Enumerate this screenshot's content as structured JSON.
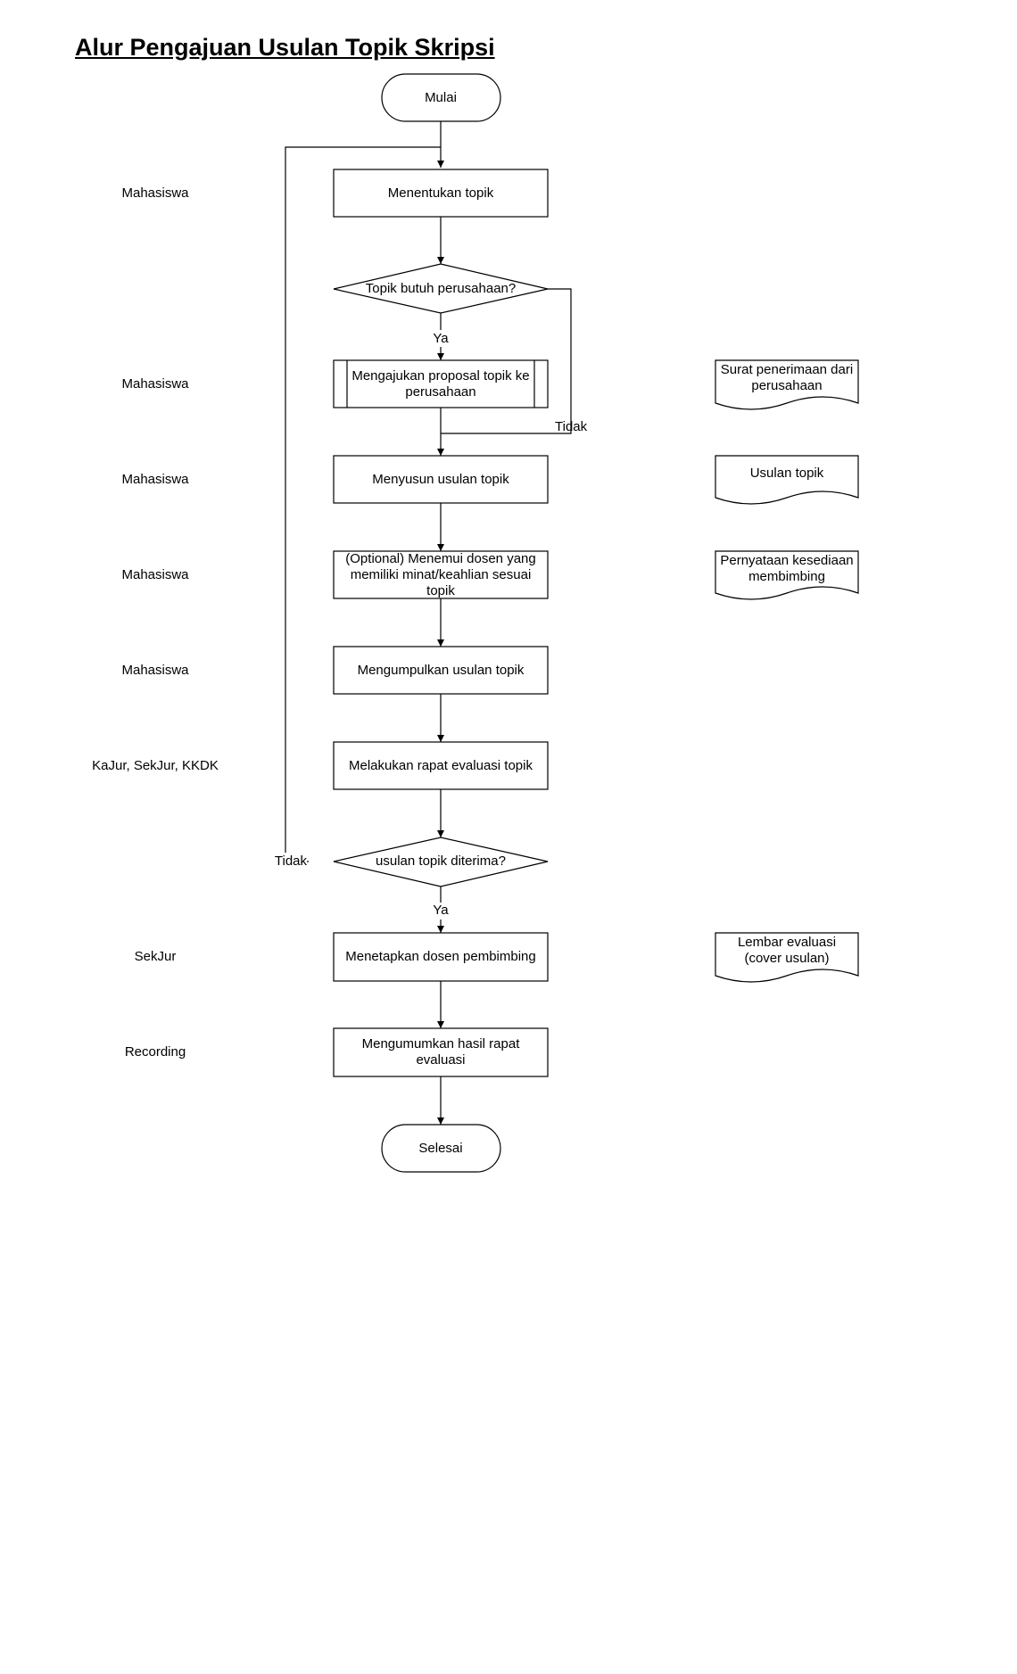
{
  "title": "Alur Pengajuan Usulan Topik Skripsi",
  "terminals": {
    "start": "Mulai",
    "end": "Selesai"
  },
  "steps": [
    {
      "id": "s1",
      "role": "Mahasiswa",
      "text": "Menentukan topik"
    },
    {
      "id": "s2",
      "role": "Mahasiswa",
      "text": "Mengajukan proposal topik ke perusahaan",
      "document": "Surat penerimaan dari perusahaan"
    },
    {
      "id": "s3",
      "role": "Mahasiswa",
      "text": "Menyusun usulan topik",
      "document": "Usulan topik"
    },
    {
      "id": "s4",
      "role": "Mahasiswa",
      "text": "(Optional) Menemui dosen yang memiliki minat/keahlian sesuai topik",
      "document": "Pernyataan kesediaan membimbing"
    },
    {
      "id": "s5",
      "role": "Mahasiswa",
      "text": "Mengumpulkan usulan topik"
    },
    {
      "id": "s6",
      "role": "KaJur, SekJur, KKDK",
      "text": "Melakukan rapat evaluasi topik"
    },
    {
      "id": "s7",
      "role": "SekJur",
      "text": "Menetapkan dosen pembimbing",
      "document": "Lembar evaluasi (cover usulan)"
    },
    {
      "id": "s8",
      "role": "Recording",
      "text": "Mengumumkan hasil rapat evaluasi"
    }
  ],
  "decisions": [
    {
      "id": "d1",
      "text": "Topik butuh perusahaan?",
      "yes": "Ya",
      "no": "Tidak"
    },
    {
      "id": "d2",
      "text": "usulan topik diterima?",
      "yes": "Ya",
      "no": "Tidak"
    }
  ]
}
